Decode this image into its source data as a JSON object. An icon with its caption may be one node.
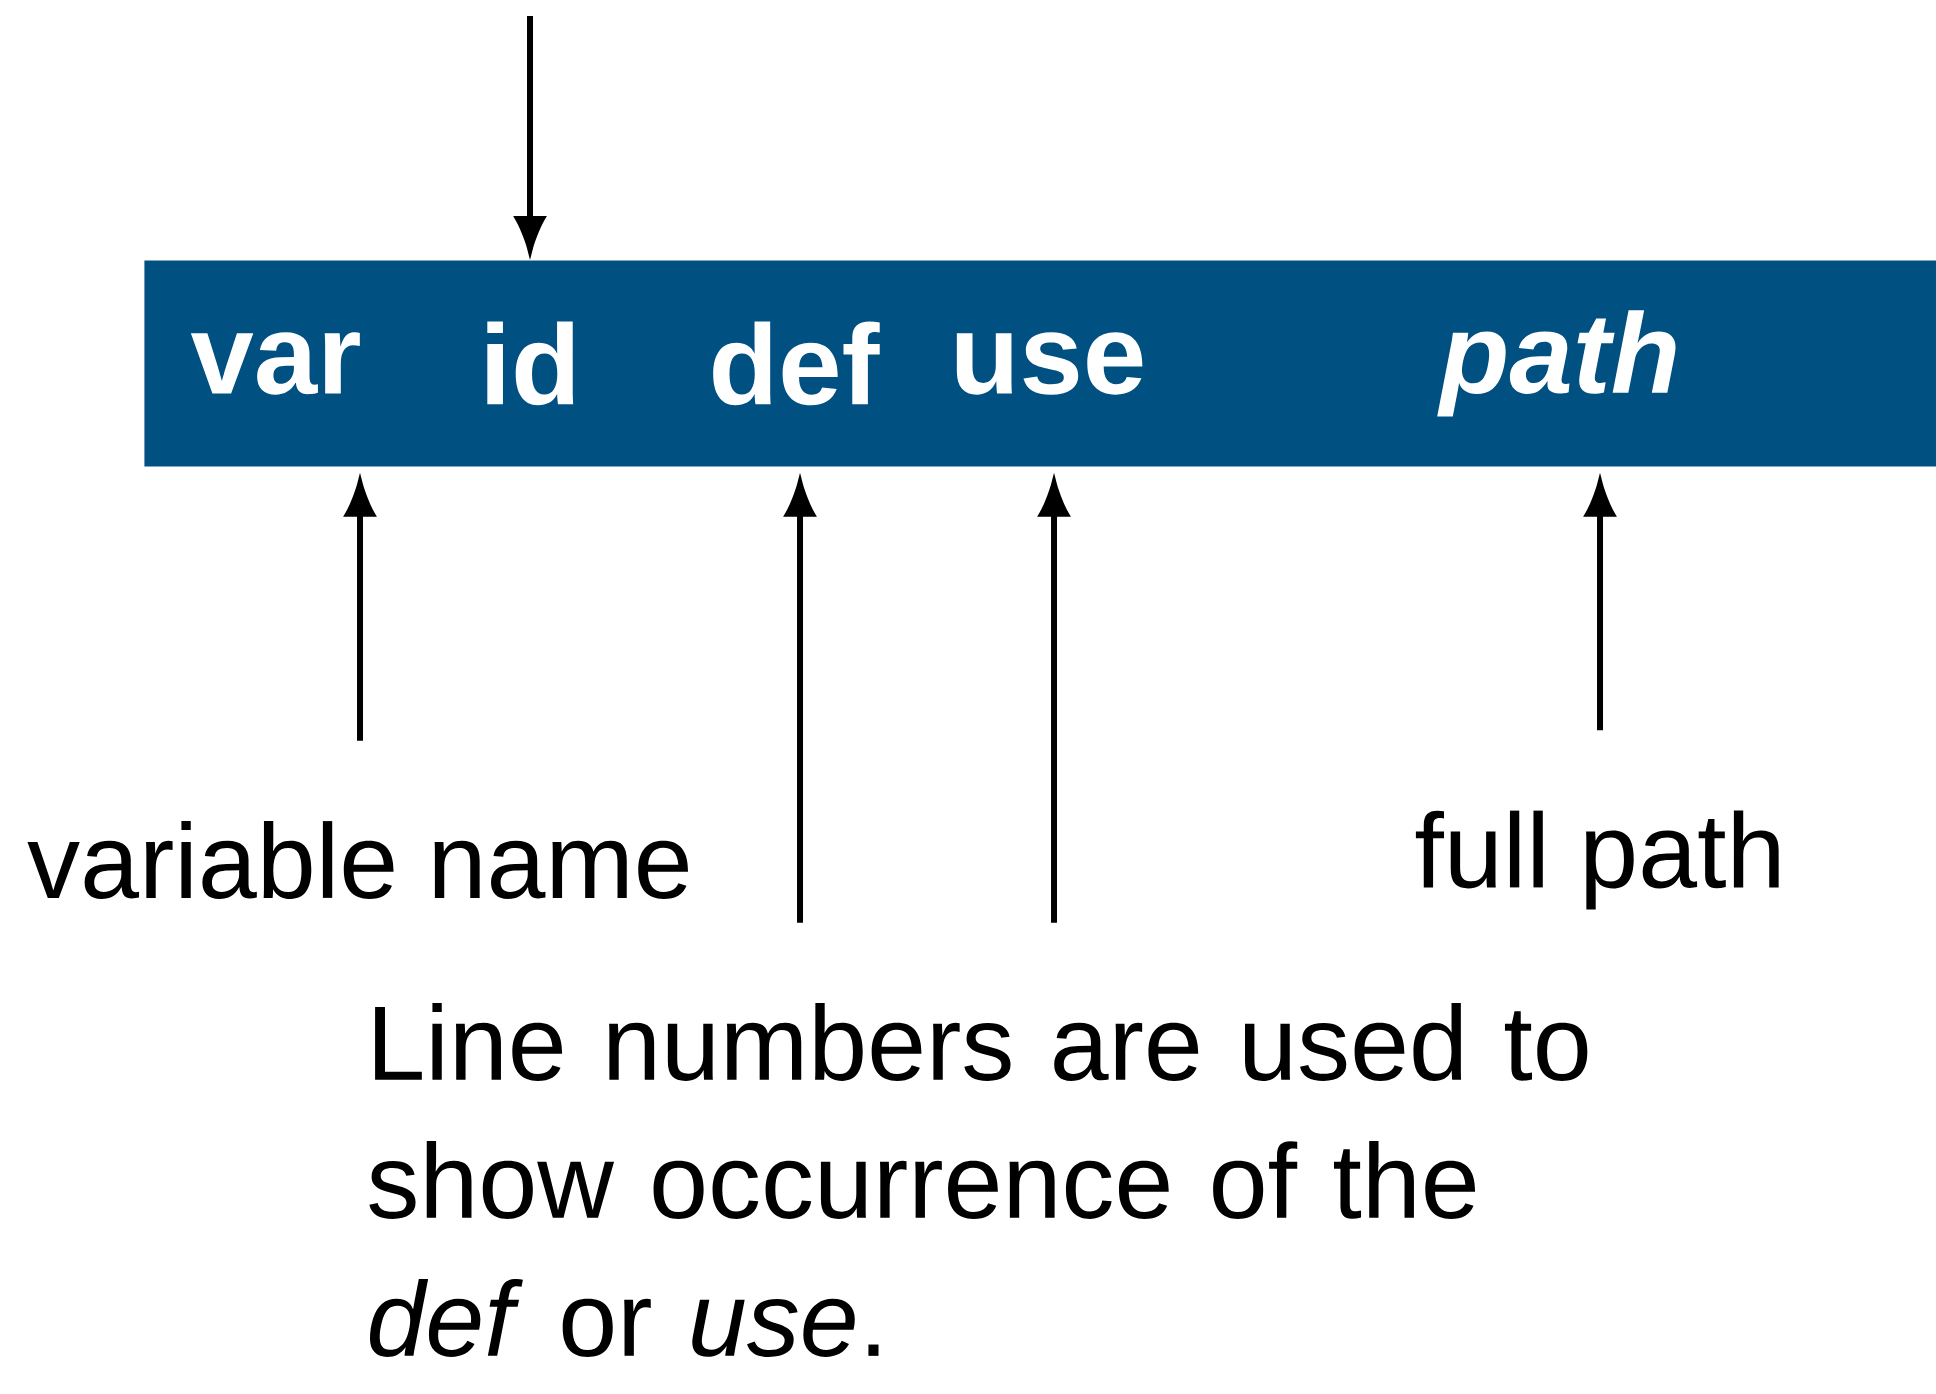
{
  "diagram": {
    "nodes": [
      {
        "text": [],
        "shape": "bar"
      },
      {
        "text": [
          "var"
        ],
        "in": 0
      },
      {
        "text": [
          "id"
        ],
        "in": 0
      },
      {
        "text": [
          "def"
        ],
        "in": 0
      },
      {
        "text": [
          "use"
        ],
        "in": 0
      },
      {
        "text": [
          "path"
        ],
        "in": 0
      },
      {
        "text": [
          "variable name"
        ]
      },
      {
        "text": [
          "full path"
        ]
      },
      {
        "text": [
          "Line numbers are used to show occurrence of the *def* or *use*."
        ]
      }
    ],
    "edges": [
      {
        "from": null,
        "to": 2,
        "arrow": "to"
      },
      {
        "from": 6,
        "to": 1,
        "arrow": "to"
      },
      {
        "from": 8,
        "to": 3,
        "arrow": "to"
      },
      {
        "from": 8,
        "to": 4,
        "arrow": "to"
      },
      {
        "from": 7,
        "to": 5,
        "arrow": "to"
      }
    ]
  }
}
